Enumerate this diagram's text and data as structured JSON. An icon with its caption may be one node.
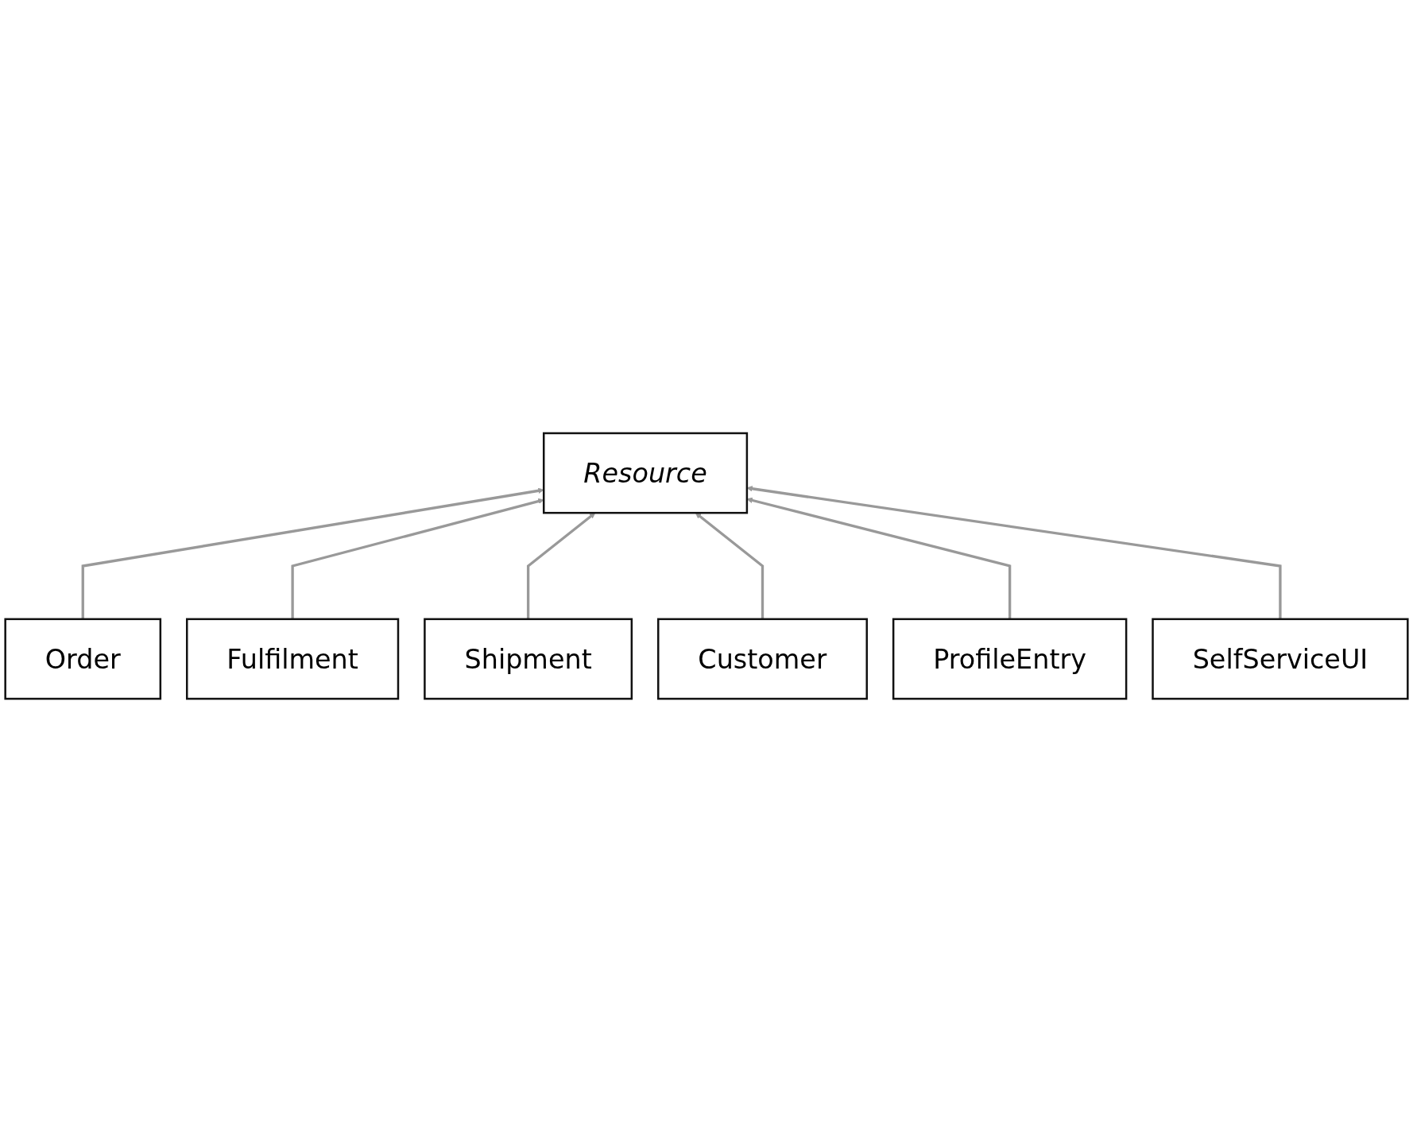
{
  "diagram": {
    "nodes": [
      {
        "text": [
          "Resource"
        ]
      },
      {
        "text": [
          "Order"
        ]
      },
      {
        "text": [
          "Fulfilment"
        ]
      },
      {
        "text": [
          "Shipment"
        ]
      },
      {
        "text": [
          "Customer"
        ]
      },
      {
        "text": [
          "ProfileEntry"
        ]
      },
      {
        "text": [
          "SelfServiceUI"
        ]
      }
    ],
    "edges": [
      {
        "from": 1,
        "to": 0,
        "arrow": "to"
      },
      {
        "from": 2,
        "to": 0,
        "arrow": "to"
      },
      {
        "from": 3,
        "to": 0,
        "arrow": "to"
      },
      {
        "from": 4,
        "to": 0,
        "arrow": "to"
      },
      {
        "from": 5,
        "to": 0,
        "arrow": "to"
      },
      {
        "from": 6,
        "to": 0,
        "arrow": "to"
      }
    ]
  }
}
